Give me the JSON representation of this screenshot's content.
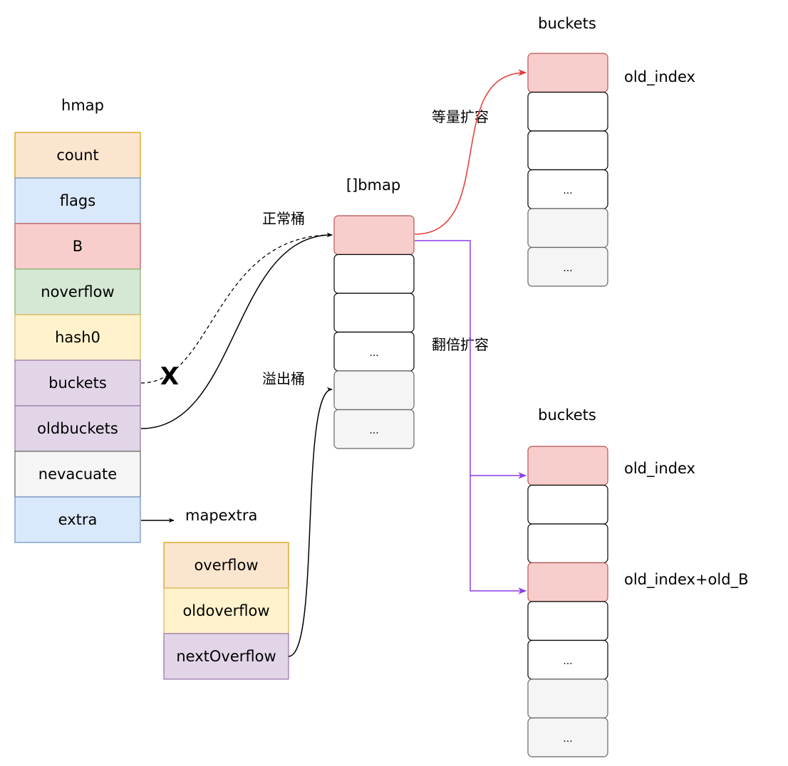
{
  "colors": {
    "orange": "#fbe5cf",
    "blue": "#dae8fc",
    "red": "#f8cecc",
    "green": "#d5e8d4",
    "yellow": "#fff2cc",
    "purple": "#e1d5e7",
    "gray": "#f5f5f5",
    "white": "#ffffff",
    "arrow_red": "#e53935",
    "arrow_purple": "#8a3ee8"
  },
  "hmap": {
    "title": "hmap",
    "fields": [
      {
        "label": "count",
        "color": "orange"
      },
      {
        "label": "flags",
        "color": "blue"
      },
      {
        "label": "B",
        "color": "red"
      },
      {
        "label": "noverflow",
        "color": "green"
      },
      {
        "label": "hash0",
        "color": "yellow"
      },
      {
        "label": "buckets",
        "color": "purple"
      },
      {
        "label": "oldbuckets",
        "color": "purple"
      },
      {
        "label": "nevacuate",
        "color": "gray"
      },
      {
        "label": "extra",
        "color": "blue"
      }
    ]
  },
  "mapextra": {
    "title": "mapextra",
    "fields": [
      {
        "label": "overflow",
        "color": "orange"
      },
      {
        "label": "oldoverflow",
        "color": "yellow"
      },
      {
        "label": "nextOverflow",
        "color": "purple"
      }
    ]
  },
  "bmap": {
    "title": "[]bmap",
    "cells": [
      {
        "label": "",
        "color": "red"
      },
      {
        "label": "",
        "color": "white"
      },
      {
        "label": "",
        "color": "white"
      },
      {
        "label": "...",
        "color": "white"
      },
      {
        "label": "",
        "color": "gray"
      },
      {
        "label": "...",
        "color": "gray"
      }
    ]
  },
  "labels": {
    "normal_bucket": "正常桶",
    "overflow_bucket": "溢出桶",
    "same_size_grow": "等量扩容",
    "double_grow": "翻倍扩容",
    "deleted_mark": "X"
  },
  "buckets_top": {
    "title": "buckets",
    "cells": [
      {
        "label": "",
        "color": "red"
      },
      {
        "label": "",
        "color": "white"
      },
      {
        "label": "",
        "color": "white"
      },
      {
        "label": "...",
        "color": "white"
      },
      {
        "label": "",
        "color": "gray"
      },
      {
        "label": "...",
        "color": "gray"
      }
    ],
    "annotations": [
      "old_index"
    ]
  },
  "buckets_bottom": {
    "title": "buckets",
    "cells": [
      {
        "label": "",
        "color": "red"
      },
      {
        "label": "",
        "color": "white"
      },
      {
        "label": "",
        "color": "white"
      },
      {
        "label": "",
        "color": "red"
      },
      {
        "label": "",
        "color": "white"
      },
      {
        "label": "...",
        "color": "white"
      },
      {
        "label": "",
        "color": "gray"
      },
      {
        "label": "...",
        "color": "gray"
      }
    ],
    "annotations": [
      "old_index",
      "old_index+old_B"
    ]
  }
}
